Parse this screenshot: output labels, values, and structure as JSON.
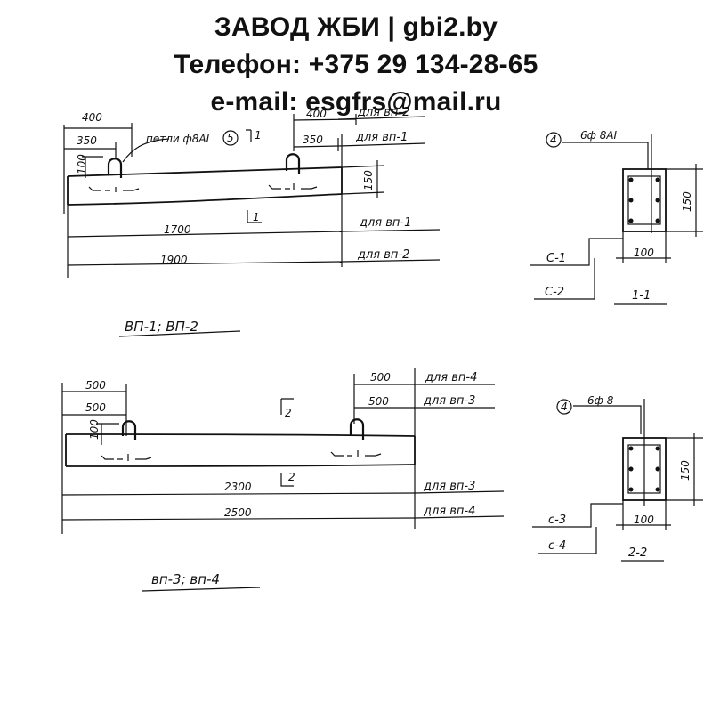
{
  "header": {
    "line1": "ЗАВОД ЖБИ | gbi2.by",
    "line2": "Телефон: +375 29 134-28-65",
    "line3": "e-mail: esgfrs@mail.ru"
  },
  "top": {
    "dim_400_left": "400",
    "dim_350_left": "350",
    "dim_100_left": "100",
    "loop_label": "петли ф8АI",
    "loop_pos": "5",
    "section_mark": "1",
    "dim_400_right": "400",
    "dim_350_right": "350",
    "label_vp2_top": "для вп-2",
    "label_vp1_top": "для вп-1",
    "dim_150": "150",
    "len_1700": "1700",
    "len_1900": "1900",
    "label_vp1": "для вп-1",
    "label_vp2": "для вп-2",
    "title": "ВП-1; ВП-2"
  },
  "section1": {
    "pos": "4",
    "bars": "6ф 8АI",
    "height": "150",
    "width": "100",
    "c1": "С-1",
    "c2": "С-2",
    "title": "1-1"
  },
  "bottom": {
    "dim_500_a": "500",
    "dim_500_b": "500",
    "dim_100_left": "100",
    "section_mark_top": "2",
    "section_mark_bot": "2",
    "dim_500_right_a": "500",
    "dim_500_right_b": "500",
    "label_vp4_top": "для вп-4",
    "label_vp3_top": "для вп-3",
    "len_2300": "2300",
    "len_2500": "2500",
    "label_vp3": "для вп-3",
    "label_vp4": "для вп-4",
    "title": "вп-3; вп-4"
  },
  "section2": {
    "pos": "4",
    "bars": "6ф 8",
    "height": "150",
    "width": "100",
    "c3": "с-3",
    "c4": "с-4",
    "title": "2-2"
  }
}
